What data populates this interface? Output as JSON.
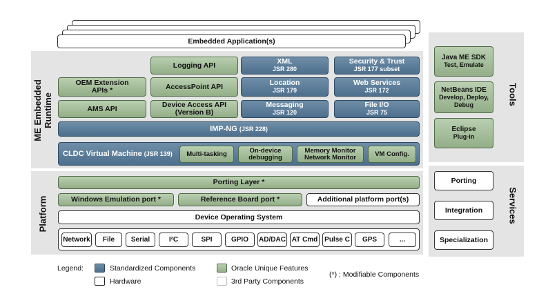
{
  "app": {
    "label": "Embedded Application(s)"
  },
  "runtime": {
    "label_line1": "ME Embedded",
    "label_line2": "Runtime",
    "logging": "Logging API",
    "xml": {
      "title": "XML",
      "sub": "JSR 280"
    },
    "security": {
      "title": "Security & Trust",
      "sub": "JSR 177 subset"
    },
    "oem": {
      "title": "OEM Extension",
      "sub": "APIs *"
    },
    "accesspoint": "AccessPoint API",
    "location": {
      "title": "Location",
      "sub": "JSR 179"
    },
    "webservices": {
      "title": "Web Services",
      "sub": "JSR 172"
    },
    "ams": "AMS API",
    "deviceaccess": {
      "title": "Device Access API",
      "sub": "(Version B)"
    },
    "messaging": {
      "title": "Messaging",
      "sub": "JSR 120"
    },
    "fileio": {
      "title": "File I/O",
      "sub": "JSR 75"
    },
    "impng": {
      "title": "IMP-NG",
      "sub": "(JSR 228)"
    },
    "cldc": {
      "title": "CLDC Virtual Machine",
      "sub": "(JSR 139)"
    },
    "multitasking": "Multi-tasking",
    "ondevice": {
      "title": "On-device",
      "sub": "debugging"
    },
    "memory": {
      "title": "Memory Monitor",
      "sub": "Network Monitor"
    },
    "vmconfig": "VM Config."
  },
  "platform": {
    "label": "Platform",
    "porting_layer": "Porting Layer *",
    "windows_port": "Windows Emulation port *",
    "reference_port": "Reference Board port *",
    "additional_port": "Additional platform port(s)",
    "device_os": "Device Operating System",
    "hardware": [
      "Network",
      "File",
      "Serial",
      "I²C",
      "SPI",
      "GPIO",
      "AD/DAC",
      "AT Cmd",
      "Pulse C",
      "GPS",
      "..."
    ]
  },
  "tools": {
    "label": "Tools",
    "javame": {
      "title": "Java ME SDK",
      "sub": "Test, Emulate"
    },
    "netbeans": {
      "title": "NetBeans IDE",
      "sub1": "Develop, Deploy,",
      "sub2": "Debug"
    },
    "eclipse": {
      "title": "Eclipse",
      "sub": "Plug-in"
    }
  },
  "services": {
    "label": "Services",
    "porting": "Porting",
    "integration": "Integration",
    "specialization": "Specialization"
  },
  "legend": {
    "label": "Legend:",
    "standardized": "Standardized Components",
    "oracle": "Oracle Unique Features",
    "hardware": "Hardware",
    "third_party": "3rd Party Components",
    "modifiable": "(*) : Modifiable Components"
  },
  "colors": {
    "standardized": "#5a7a97",
    "oracle": "#a6bf9b",
    "panel": "#e4e4e4"
  }
}
